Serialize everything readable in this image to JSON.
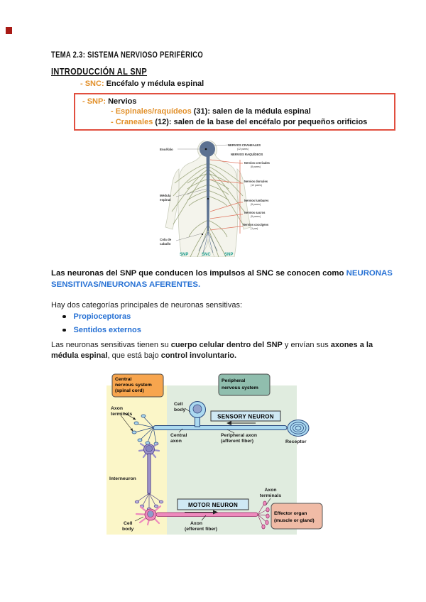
{
  "header": {
    "course_title": "TEMA 2.3: SISTEMA NERVIOSO PERIFÉRICO",
    "section_title": "INTRODUCCIÓN AL SNP"
  },
  "snc_line": {
    "label": "- SNC:",
    "text": "Encéfalo y médula espinal"
  },
  "snp_box": {
    "label": "- SNP:",
    "text": "Nervios",
    "item1_label": "- Espinales/raquídeos",
    "item1_text": "(31): salen de la médula espinal",
    "item2_label": "- Craneales",
    "item2_text": "(12): salen de la base del encéfalo por pequeños orificios"
  },
  "figure1": {
    "encefalo": "Encéfalo",
    "nervios_craneales": "NERVIOS CRANEALES",
    "craneales_pares": "(12 pares)",
    "nervios_raquideos": "NERVIOS RAQUÍDEOS",
    "cervicales": "Nervios cervicales",
    "cervicales_pares": "(8 pares)",
    "dorsales": "Nervios dorsales",
    "dorsales_pares": "(12 pares)",
    "lumbares": "Nervios lumbares",
    "lumbares_pares": "(5 pares)",
    "sacros": "Nervios sacros",
    "sacros_pares": "(5 pares)",
    "coccigeos": "Nervios coccígeos",
    "coccigeos_pares": "(1 par)",
    "medula_1": "Médula",
    "medula_2": "espinal",
    "cola_1": "Cola de",
    "cola_2": "caballo",
    "snp_left": "SNP",
    "snc": "SNC",
    "snp_right": "SNP"
  },
  "para1": {
    "black": "Las neuronas del SNP que conducen los impulsos al SNC se conocen como ",
    "blue": "NEURONAS SENSITIVAS/NEURONAS AFERENTES."
  },
  "para_intro": "Hay dos categorías principales de neuronas sensitivas:",
  "bullets": [
    "Propioceptoras",
    "Sentidos externos"
  ],
  "para2": {
    "t1": "Las neuronas sensitivas tienen su ",
    "b1": "cuerpo celular dentro del SNP",
    "t2": " y envían sus ",
    "b2": "axones a la médula espinal",
    "t3": ", que está bajo ",
    "b3": "control involuntario."
  },
  "figure2": {
    "cns_box_1": "Central",
    "cns_box_2": "nervous system",
    "cns_box_3": "(spinal cord)",
    "pns_box_1": "Peripheral",
    "pns_box_2": "nervous system",
    "sensory_title": "SENSORY NEURON",
    "motor_title": "MOTOR NEURON",
    "axon_terminals_top_1": "Axon",
    "axon_terminals_top_2": "terminals",
    "cell_body_top_1": "Cell",
    "cell_body_top_2": "body",
    "central_axon_1": "Central",
    "central_axon_2": "axon",
    "peripheral_axon_1": "Peripheral axon",
    "peripheral_axon_2": "(afferent fiber)",
    "receptor": "Receptor",
    "interneuron": "Interneuron",
    "axon_terminals_bot_1": "Axon",
    "axon_terminals_bot_2": "terminals",
    "cell_body_bot_1": "Cell",
    "cell_body_bot_2": "body",
    "efferent_axon_1": "Axon",
    "efferent_axon_2": "(efferent fiber)",
    "effector_1": "Effector organ",
    "effector_2": "(muscle or gland)"
  },
  "colors": {
    "accent_orange": "#e2902a",
    "box_border_red": "#e14f3f",
    "link_blue": "#2570d4",
    "teal_label": "#1f9e8e"
  }
}
